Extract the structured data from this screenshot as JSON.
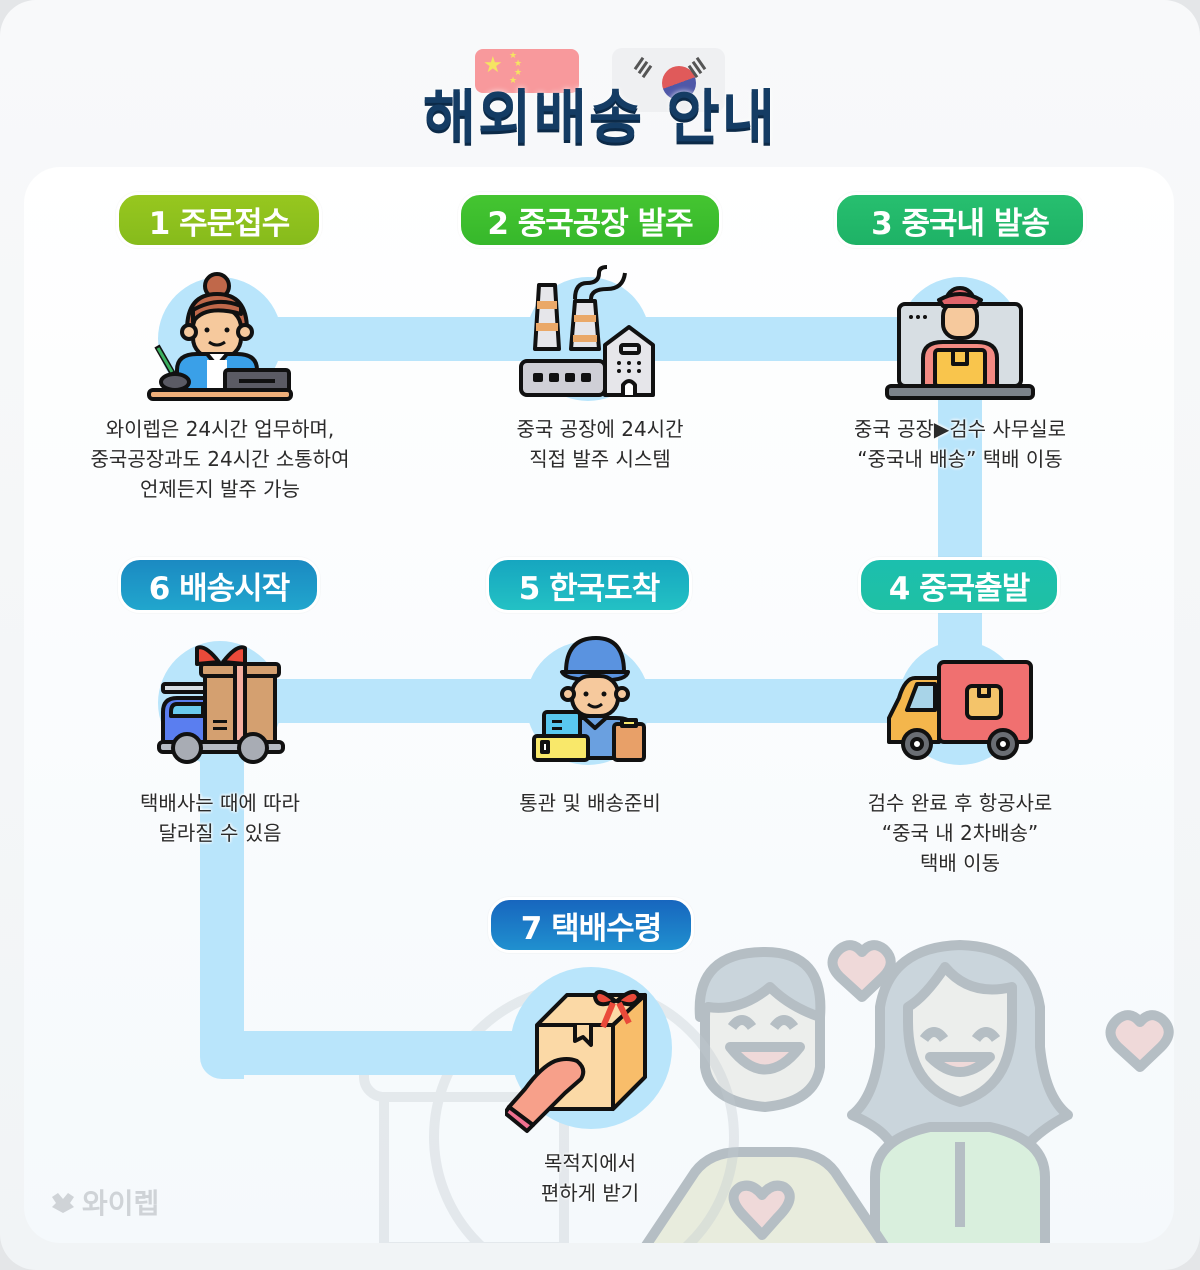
{
  "header": {
    "title": "해외배송 안내",
    "flags": [
      "china-flag",
      "korea-flag"
    ]
  },
  "steps": [
    {
      "number": "1",
      "label": "1 주문접수",
      "color": "#8ec21f",
      "icon": "office-worker-icon",
      "lines": [
        "와이렙은 24시간 업무하며,",
        "중국공장과도 24시간 소통하여",
        "언제든지 발주 가능"
      ]
    },
    {
      "number": "2",
      "label": "2 중국공장 발주",
      "color": "#3cbf2f",
      "icon": "factory-icon",
      "lines": [
        "중국 공장에 24시간",
        "직접 발주 시스템"
      ]
    },
    {
      "number": "3",
      "label": "3 중국내 발송",
      "color": "#21b86a",
      "icon": "courier-laptop-icon",
      "lines": [
        "중국 공장▶검수 사무실로",
        "“중국내 배송” 택배 이동"
      ]
    },
    {
      "number": "4",
      "label": "4 중국출발",
      "color": "#1fbfa8",
      "icon": "delivery-truck-icon",
      "lines": [
        "검수 완료 후 항공사로",
        "“중국 내 2차배송”",
        "택배 이동"
      ]
    },
    {
      "number": "5",
      "label": "5 한국도착",
      "color": "#1ab3c0",
      "icon": "delivery-man-icon",
      "lines": [
        "통관 및 배송준비"
      ]
    },
    {
      "number": "6",
      "label": "6 배송시작",
      "color": "#1a90c8",
      "icon": "gift-truck-icon",
      "lines": [
        "택배사는 때에 따라",
        "달라질 수 있음"
      ]
    },
    {
      "number": "7",
      "label": "7 택배수령",
      "color": "#1a6fc0",
      "icon": "receive-package-icon",
      "lines": [
        "목적지에서",
        "편하게 받기"
      ]
    }
  ],
  "footer": {
    "brand": "와이렙"
  },
  "colors": {
    "title": "#143c64",
    "connector": "#b9e5fb",
    "text": "#2b2b2b"
  }
}
